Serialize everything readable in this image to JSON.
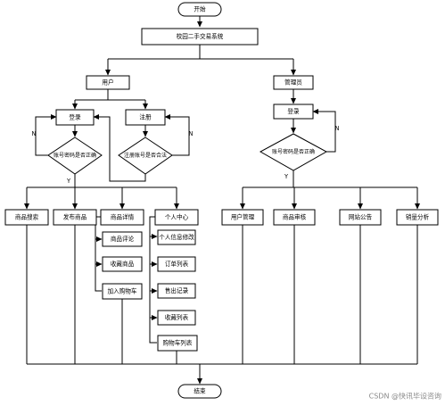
{
  "nodes": {
    "start": "开始",
    "system": "校园二手交易系统",
    "user": "用户",
    "admin": "管理员",
    "login": "登录",
    "register": "注册",
    "check_account": "账号密码是否正确",
    "check_register": "注册账号是否合法",
    "admin_login": "登录",
    "admin_check": "账号密码是否正确",
    "product_search": "商品搜索",
    "publish_product": "发布商品",
    "product_detail": "商品详情",
    "personal_center": "个人中心",
    "product_comment": "商品评论",
    "favorite_product": "收藏商品",
    "add_to_cart": "加入购物车",
    "edit_info": "个人信息修改",
    "order_list": "订单列表",
    "sales_record": "售出记录",
    "favorites_list": "收藏列表",
    "cart_list": "购物车列表",
    "user_management": "用户管理",
    "product_review": "商品审核",
    "site_notice": "网站公告",
    "sales_analysis": "销量分析",
    "end": "结束"
  },
  "labels": {
    "n": "N",
    "y": "Y"
  },
  "watermark": "CSDN @快讯毕设咨询"
}
